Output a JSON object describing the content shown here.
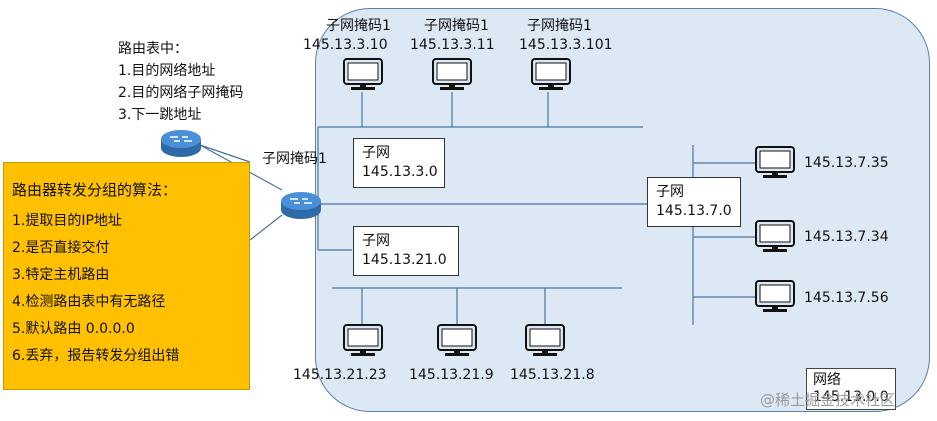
{
  "routing_note": {
    "title": "路由表中：",
    "items": [
      "1.目的网络地址",
      "2.目的网络子网掩码",
      "3.下一跳地址"
    ]
  },
  "algorithm": {
    "title": "路由器转发分组的算法：",
    "steps": [
      "1.提取目的IP地址",
      "2.是否直接交付",
      "3.特定主机路由",
      "4.检测路由表中有无路径",
      "5.默认路由 0.0.0.0",
      "6.丢弃，报告转发分组出错"
    ]
  },
  "router_mask_label": "子网掩码1",
  "top_hosts": [
    {
      "mask": "子网掩码1",
      "ip": "145.13.3.10"
    },
    {
      "mask": "子网掩码1",
      "ip": "145.13.3.11"
    },
    {
      "mask": "子网掩码1",
      "ip": "145.13.3.101"
    }
  ],
  "subnets": {
    "s3": {
      "name": "子网",
      "addr": "145.13.3.0"
    },
    "s21": {
      "name": "子网",
      "addr": "145.13.21.0"
    },
    "s7": {
      "name": "子网",
      "addr": "145.13.7.0"
    }
  },
  "bottom_hosts": [
    "145.13.21.23",
    "145.13.21.9",
    "145.13.21.8"
  ],
  "right_hosts": [
    "145.13.7.35",
    "145.13.7.34",
    "145.13.7.56"
  ],
  "network": {
    "name": "网络",
    "addr": "145.13.0.0"
  },
  "watermark": "@稀土掘金技术社区",
  "colors": {
    "network_fill": "#dce8f4",
    "algo_fill": "#ffc000",
    "router": "#3b7ec2"
  }
}
